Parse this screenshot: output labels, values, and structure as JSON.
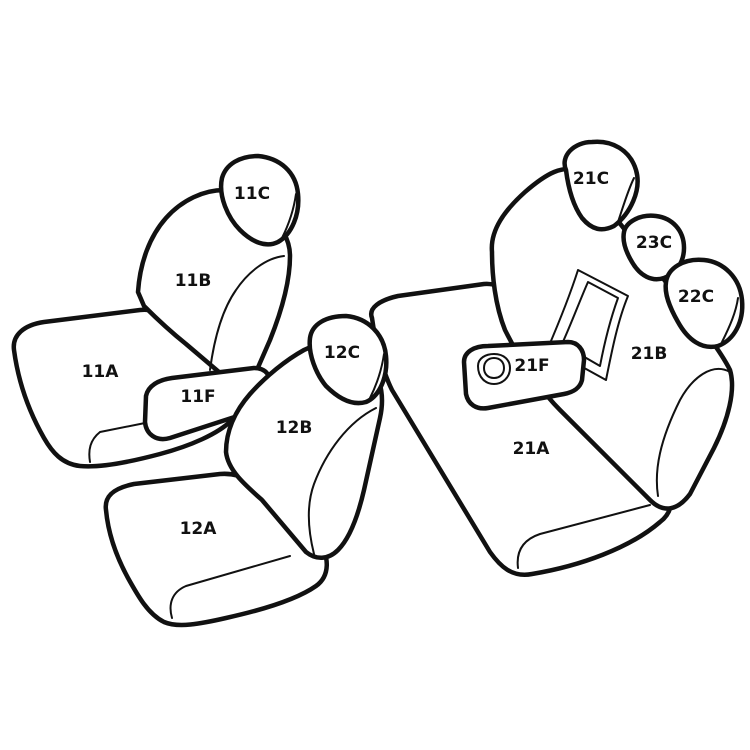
{
  "labels": {
    "front_left_cushion": "11A",
    "front_left_back": "11B",
    "front_left_headrest": "11C",
    "front_left_armrest": "11F",
    "front_right_cushion": "12A",
    "front_right_back": "12B",
    "front_right_headrest": "12C",
    "rear_cushion": "21A",
    "rear_back": "21B",
    "rear_left_headrest": "21C",
    "rear_armrest": "21F",
    "rear_right_headrest": "22C",
    "rear_center_headrest": "23C"
  },
  "colors": {
    "line": "#111111",
    "background": "#ffffff"
  }
}
